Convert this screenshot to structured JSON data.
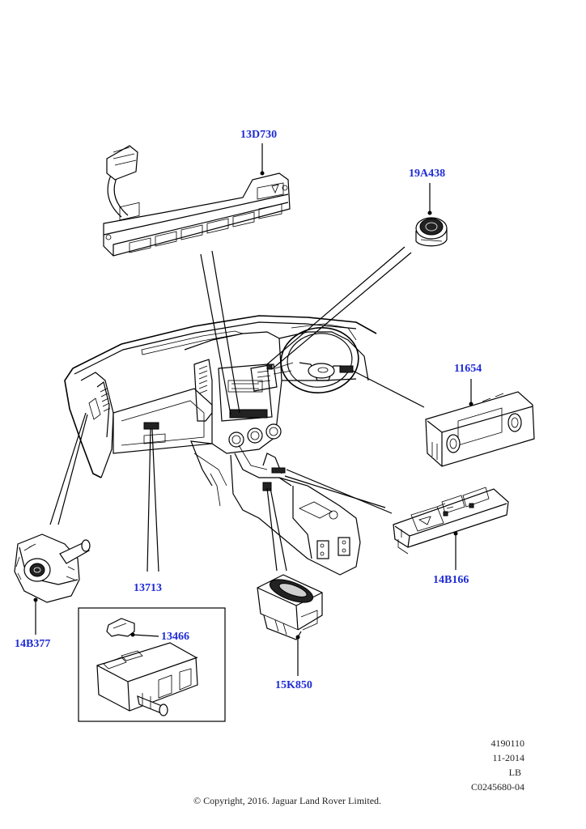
{
  "callouts": {
    "p13D730": "13D730",
    "p19A438": "19A438",
    "p11654": "11654",
    "p14B166": "14B166",
    "p15K850": "15K850",
    "p13713": "13713",
    "p13466": "13466",
    "p14B377": "14B377"
  },
  "footer": {
    "illustration_number": "4190110",
    "date": "11-2014",
    "region": "LB",
    "reference": "C0245680-04",
    "copyright": "© Copyright, 2016. Jaguar Land Rover Limited."
  }
}
